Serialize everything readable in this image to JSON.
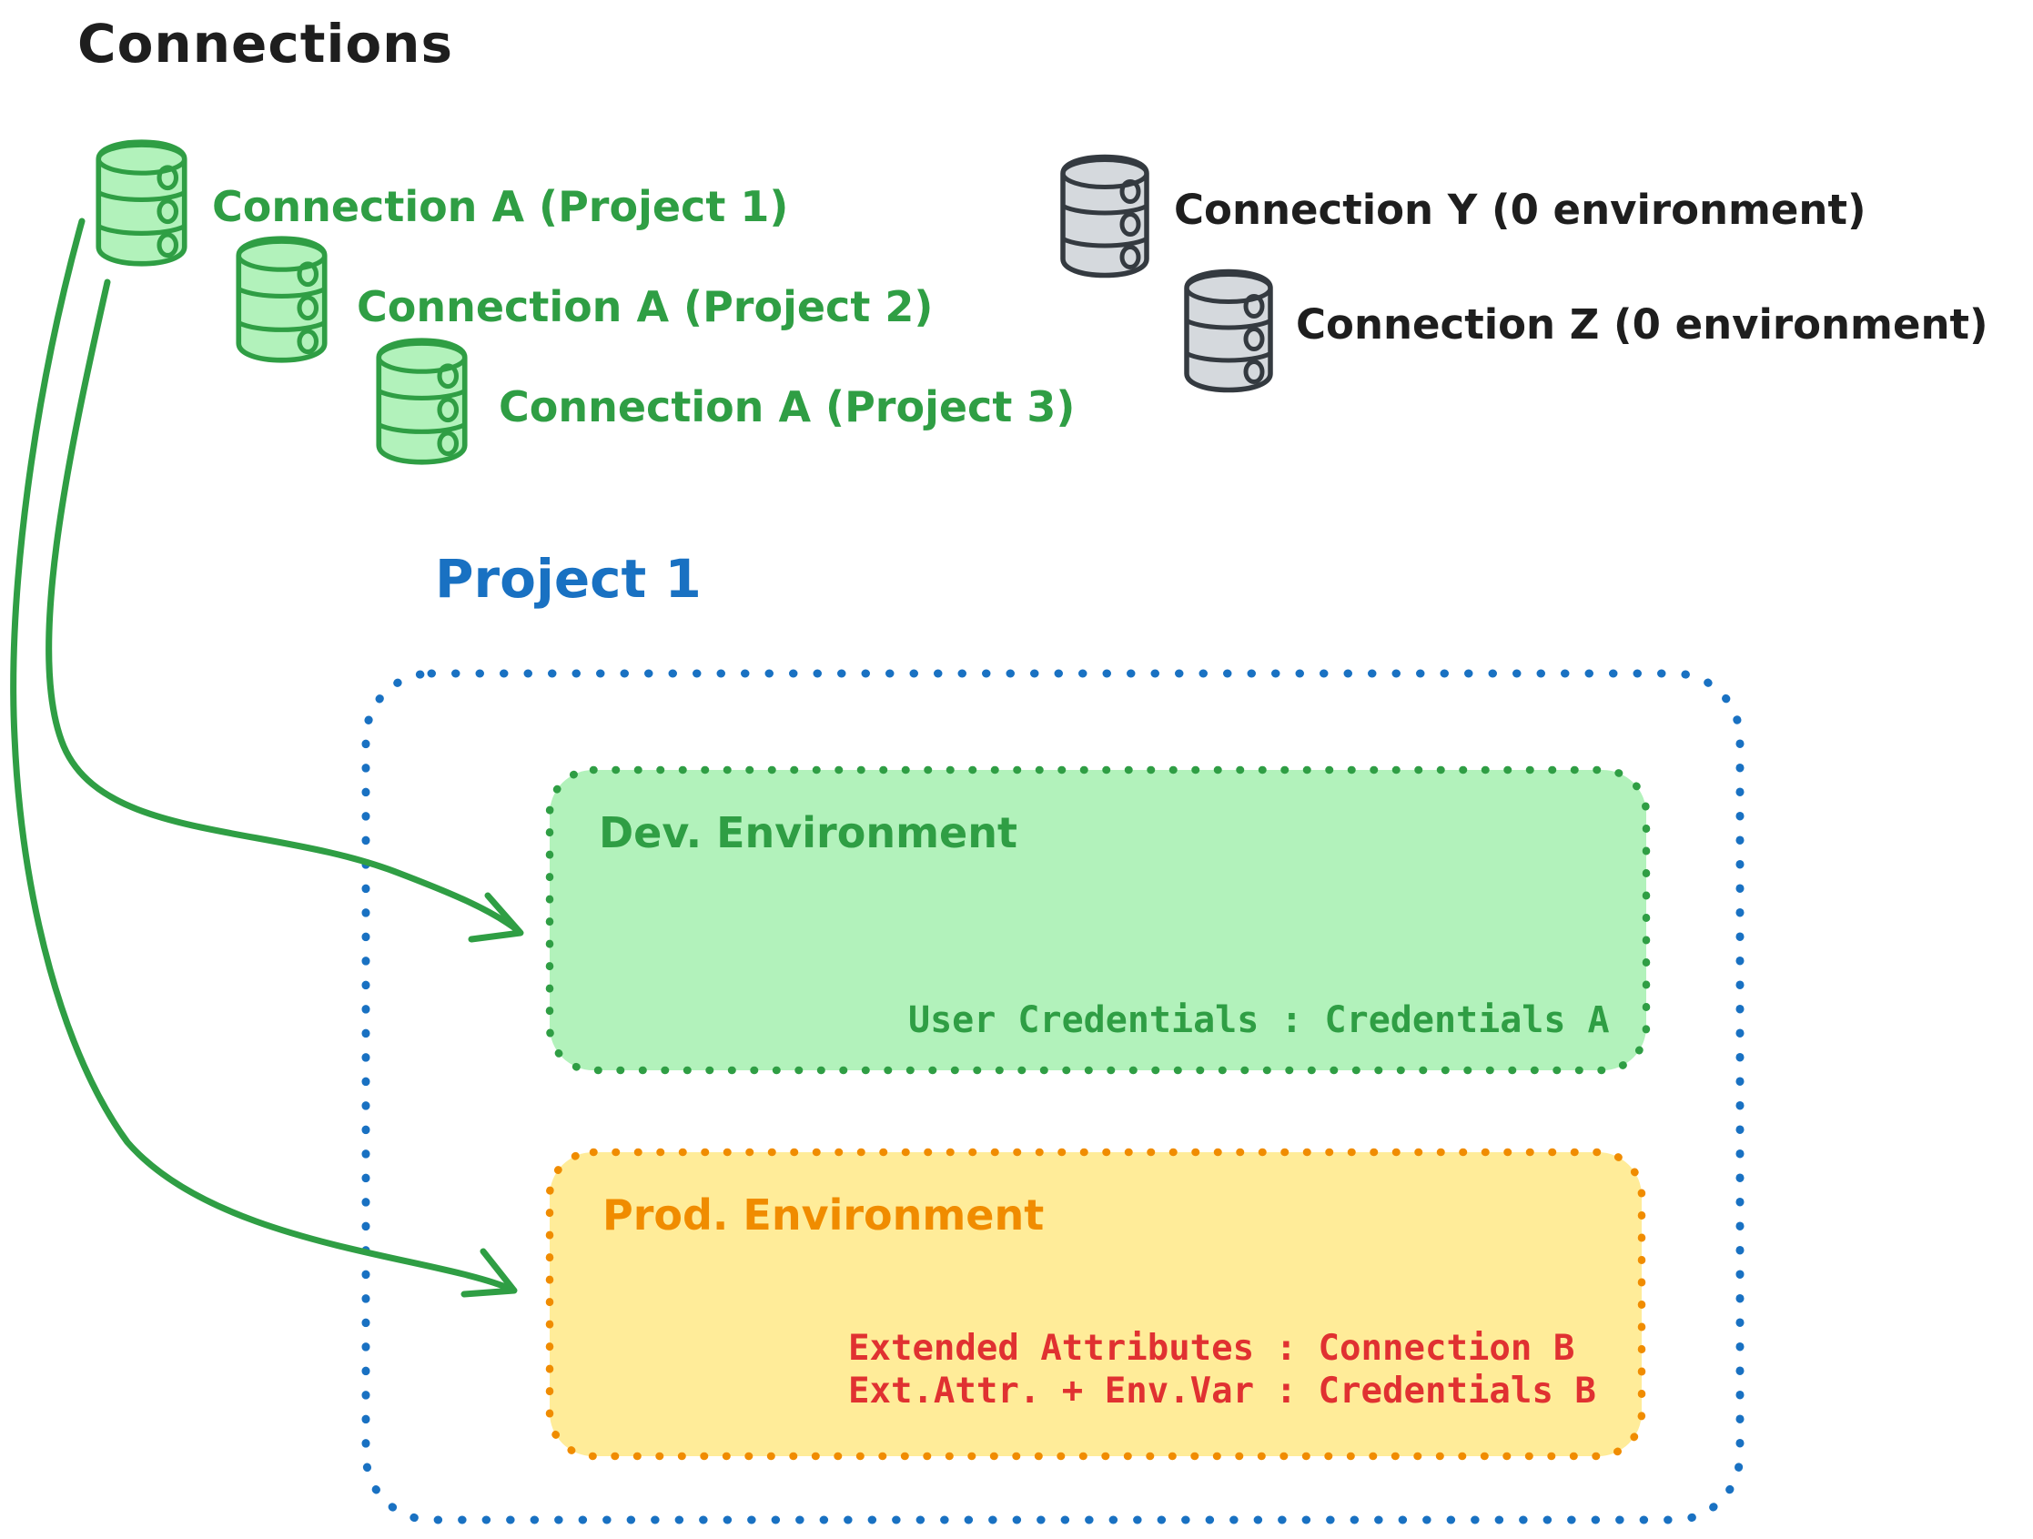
{
  "heading": {
    "title": "Connections"
  },
  "colors": {
    "ink": "#1e1e1e",
    "green": "#2f9e44",
    "green-fill": "#b2f2bb",
    "gray-stroke": "#343a40",
    "gray-fill": "#d5d9dd",
    "blue": "#1971c2",
    "orange": "#f08c00",
    "yellow-fill": "#ffec99",
    "red": "#e03131"
  },
  "connections": {
    "assigned": [
      {
        "label": "Connection A (Project 1)"
      },
      {
        "label": "Connection A (Project 2)"
      },
      {
        "label": "Connection A (Project 3)"
      }
    ],
    "unassigned": [
      {
        "label": "Connection Y (0 environment)"
      },
      {
        "label": "Connection Z (0 environment)"
      }
    ]
  },
  "project": {
    "title": "Project 1",
    "dev": {
      "title": "Dev. Environment",
      "lines": [
        "User Credentials : Credentials A"
      ]
    },
    "prod": {
      "title": "Prod. Environment",
      "lines": [
        "Extended Attributes : Connection B",
        "Ext.Attr. + Env.Var : Credentials B"
      ]
    }
  }
}
